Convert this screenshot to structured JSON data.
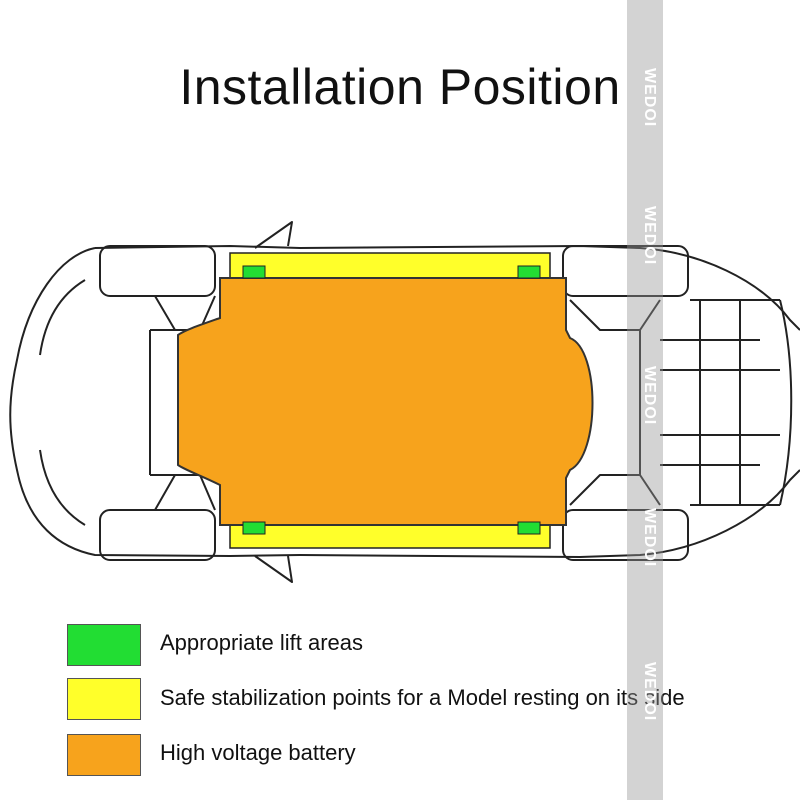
{
  "title": "Installation Position",
  "legend": [
    {
      "label": "Appropriate lift areas",
      "color": "#22dd33"
    },
    {
      "label": "Safe stabilization points for a Model resting on its side",
      "color": "#ffff2a"
    },
    {
      "label": "High  voltage battery",
      "color": "#f7a31c"
    }
  ],
  "watermark": "WEDOI",
  "colors": {
    "lift": "#22dd33",
    "stabilization": "#ffff2a",
    "battery": "#f7a31c",
    "outline": "#222222",
    "watermark_bar": "#969696"
  }
}
